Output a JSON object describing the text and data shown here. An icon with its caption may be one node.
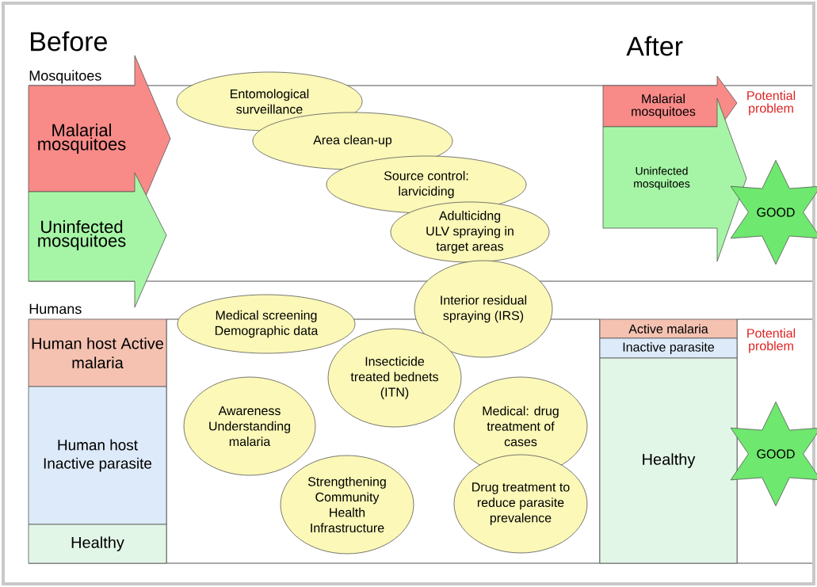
{
  "diagram": {
    "nodes": [
      {
        "text": [
          "Malarial mosquitoes"
        ]
      },
      {
        "text": [
          "Uninfected mosquitoes"
        ]
      },
      {
        "text": [
          "Entomological surveillance"
        ]
      },
      {
        "text": [
          "Area clean-up"
        ]
      },
      {
        "text": [
          "Source control: larviciding"
        ]
      },
      {
        "text": [
          "Adulticidng ULV spraying in target areas"
        ]
      },
      {
        "text": [
          "Interior residual spraying (IRS)"
        ]
      },
      {
        "text": [
          "Medical screening Demographic data"
        ]
      },
      {
        "text": [
          "Human host Active malaria"
        ]
      },
      {
        "text": [
          "Human host Inactive parasite"
        ]
      },
      {
        "text": [
          "Healthy"
        ]
      },
      {
        "text": [
          "Insecticide treated bednets (ITN)"
        ]
      },
      {
        "text": [
          "Awareness Understanding malaria"
        ]
      },
      {
        "text": [
          "Medical: drug treatment of cases"
        ]
      },
      {
        "text": [
          "Strengthening Community Health Infrastructure"
        ]
      },
      {
        "text": [
          "Drug treatment to reduce parasite prevalence"
        ]
      },
      {
        "text": [
          "Malarial mosquitoes"
        ]
      },
      {
        "text": [
          "Uninfected mosquitoes"
        ]
      },
      {
        "text": [
          "GOOD"
        ]
      },
      {
        "text": [
          "Active malaria"
        ]
      },
      {
        "text": [
          "Inactive parasite"
        ]
      },
      {
        "text": [
          "Healthy"
        ]
      },
      {
        "text": [
          "GOOD"
        ]
      }
    ],
    "labels": [
      "Before",
      "After",
      "Mosquitoes",
      "Potential problem",
      "Humans",
      "Potential problem"
    ]
  }
}
